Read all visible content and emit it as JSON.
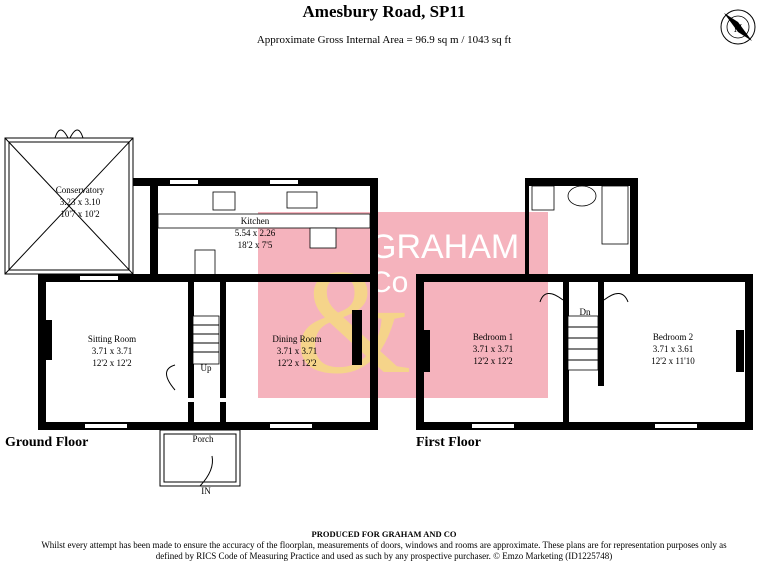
{
  "header": {
    "title": "Amesbury Road, SP11",
    "subtitle": "Approximate Gross Internal Area = 96.9 sq m / 1043 sq ft"
  },
  "compass": {
    "label": "N"
  },
  "watermark": {
    "line1": "GRAHAM",
    "line2": "Co",
    "color": "#f08a9a",
    "amp_color": "#f5e07a"
  },
  "floors": {
    "ground": {
      "label": "Ground Floor"
    },
    "first": {
      "label": "First Floor"
    }
  },
  "rooms": {
    "conservatory": {
      "name": "Conservatory",
      "metric": "3.23 x 3.10",
      "imperial": "10'7 x 10'2"
    },
    "kitchen": {
      "name": "Kitchen",
      "metric": "5.54 x 2.26",
      "imperial": "18'2 x 7'5"
    },
    "sitting": {
      "name": "Sitting Room",
      "metric": "3.71 x 3.71",
      "imperial": "12'2 x 12'2"
    },
    "dining": {
      "name": "Dining Room",
      "metric": "3.71 x 3.71",
      "imperial": "12'2 x 12'2"
    },
    "bedroom1": {
      "name": "Bedroom 1",
      "metric": "3.71 x 3.71",
      "imperial": "12'2 x 12'2"
    },
    "bedroom2": {
      "name": "Bedroom 2",
      "metric": "3.71 x 3.61",
      "imperial": "12'2 x 11'10"
    },
    "porch": {
      "name": "Porch"
    }
  },
  "labels": {
    "up": "Up",
    "down": "Dn",
    "entrance": "IN"
  },
  "footer": {
    "produced": "PRODUCED FOR GRAHAM AND CO",
    "disclaimer": "Whilst every attempt has been made to ensure the accuracy of the floorplan, measurements of doors, windows and rooms are approximate. These plans are for representation purposes only as defined by RICS Code of Measuring Practice and used as such by any prospective purchaser. © Emzo Marketing (ID1225748)"
  }
}
